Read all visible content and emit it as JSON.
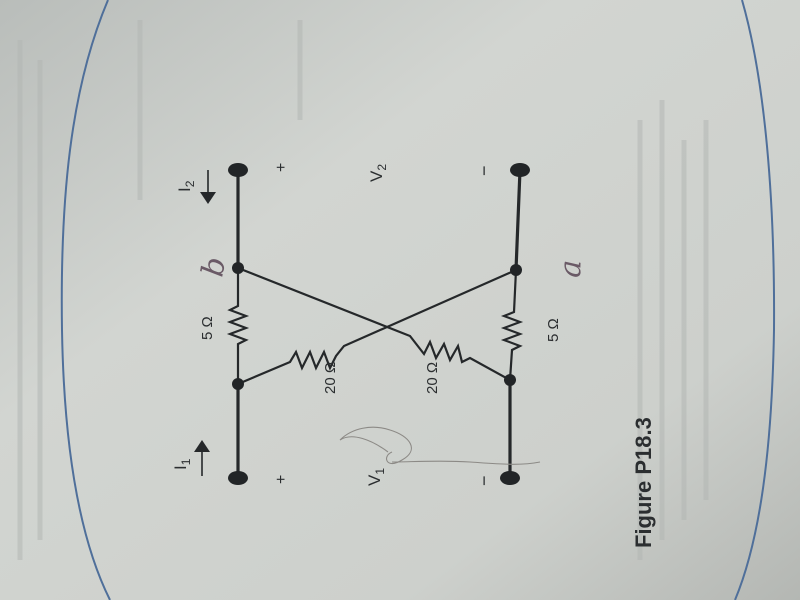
{
  "figure": {
    "caption": "Figure P18.3",
    "port1": {
      "current_label": "I",
      "current_subscript": "1",
      "voltage_label": "V",
      "voltage_subscript": "1",
      "plus": "+",
      "minus": "−"
    },
    "port2": {
      "current_label": "I",
      "current_subscript": "2",
      "voltage_label": "V",
      "voltage_subscript": "2",
      "plus": "+",
      "minus": "−"
    },
    "resistors": {
      "top_series": "5 Ω",
      "bottom_series": "5 Ω",
      "cross_left": "20 Ω",
      "cross_right": "20 Ω"
    },
    "handwritten": {
      "node_b": "b",
      "node_a": "a"
    }
  },
  "colors": {
    "page": "#c9ccc8",
    "ink": "#25282a",
    "border_line": "#4f6f9a"
  }
}
